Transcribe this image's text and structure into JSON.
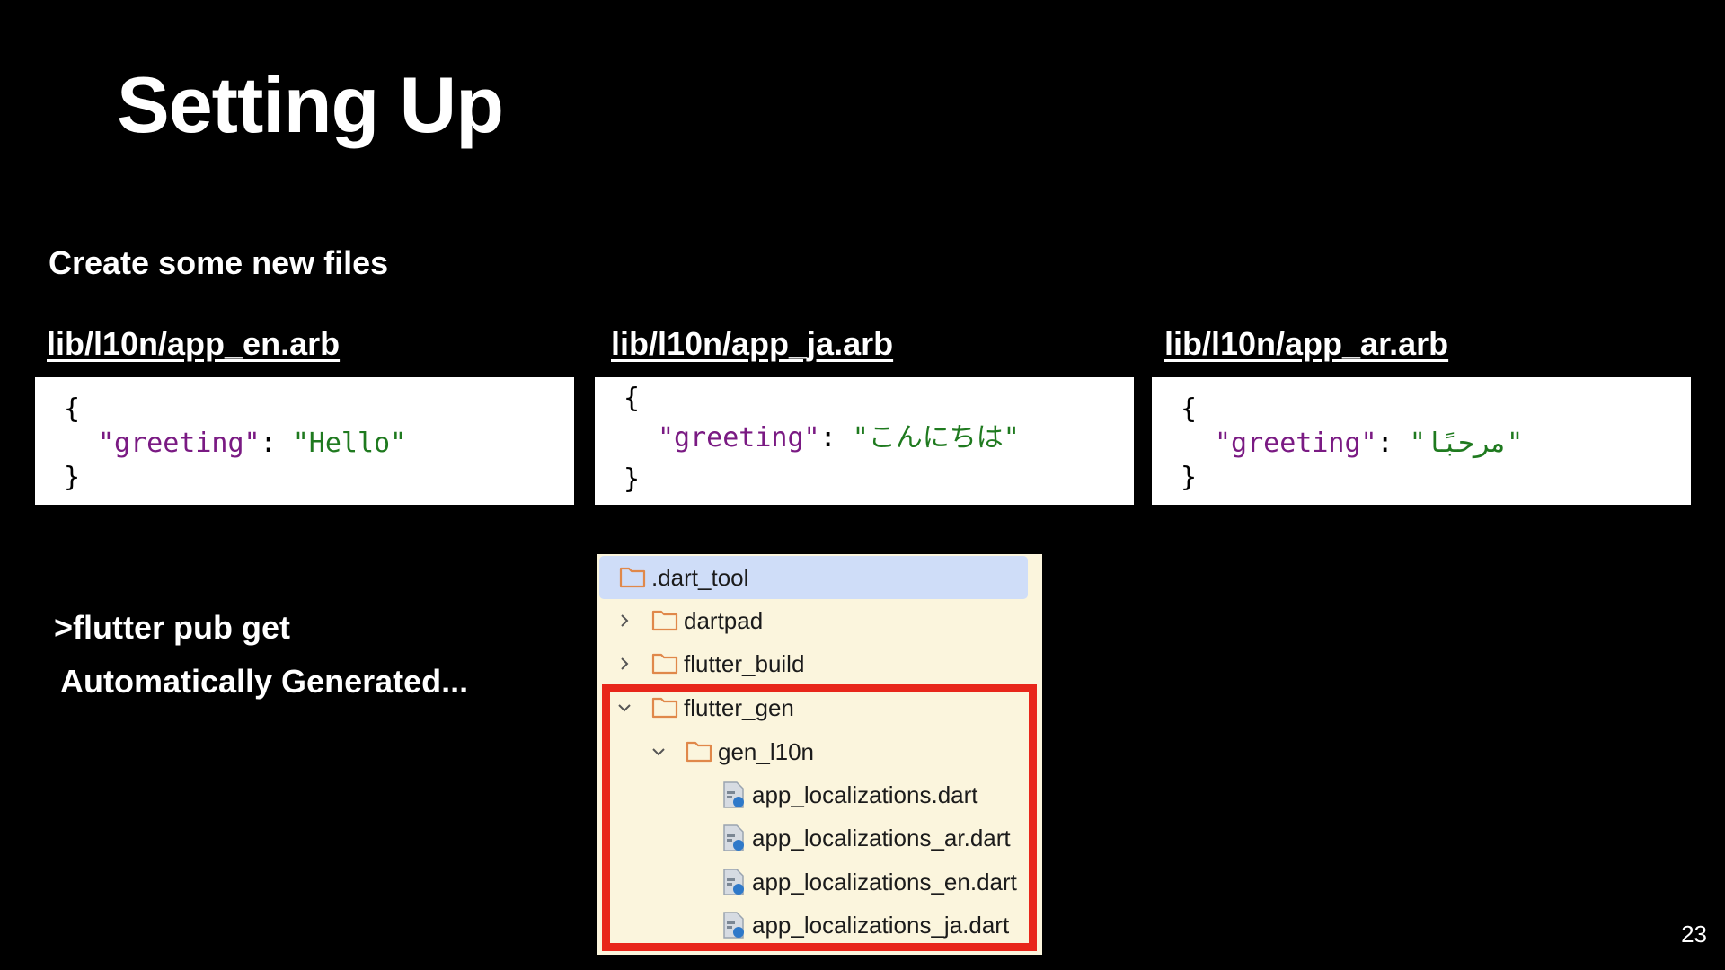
{
  "slide": {
    "title": "Setting Up",
    "subtitle": "Create some new files",
    "page_number": "23"
  },
  "files": [
    {
      "path": "lib/l10n/app_en.arb",
      "open": "{",
      "key": "\"greeting\"",
      "colon": ": ",
      "value": "\"Hello\"",
      "close": "}"
    },
    {
      "path": "lib/l10n/app_ja.arb",
      "open": "{",
      "key": "\"greeting\"",
      "colon": ": ",
      "value": "\"こんにちは\"",
      "close": "}"
    },
    {
      "path": "lib/l10n/app_ar.arb",
      "open": "{",
      "key": "\"greeting\"",
      "colon": ": ",
      "value": "\"مرحبًا\"",
      "close": "}"
    }
  ],
  "command": {
    "text": ">flutter pub get",
    "note": "Automatically Generated..."
  },
  "tree": [
    {
      "label": ".dart_tool",
      "icon": "folder-icon",
      "selected": true
    },
    {
      "label": "dartpad",
      "icon": "folder-icon",
      "chevron": "right"
    },
    {
      "label": "flutter_build",
      "icon": "folder-icon",
      "chevron": "right"
    },
    {
      "label": "flutter_gen",
      "icon": "folder-icon",
      "chevron": "down"
    },
    {
      "label": "gen_l10n",
      "icon": "folder-icon",
      "chevron": "down"
    },
    {
      "label": "app_localizations.dart",
      "icon": "dart-file-icon"
    },
    {
      "label": "app_localizations_ar.dart",
      "icon": "dart-file-icon"
    },
    {
      "label": "app_localizations_en.dart",
      "icon": "dart-file-icon"
    },
    {
      "label": "app_localizations_ja.dart",
      "icon": "dart-file-icon"
    }
  ],
  "colors": {
    "background": "#000000",
    "key": "#7a1a83",
    "value": "#1f7a1f",
    "tree_bg": "#fbf5dd",
    "selected_row": "#cfddf8",
    "highlight_border": "#e8261a",
    "folder_stroke": "#e0884a"
  }
}
